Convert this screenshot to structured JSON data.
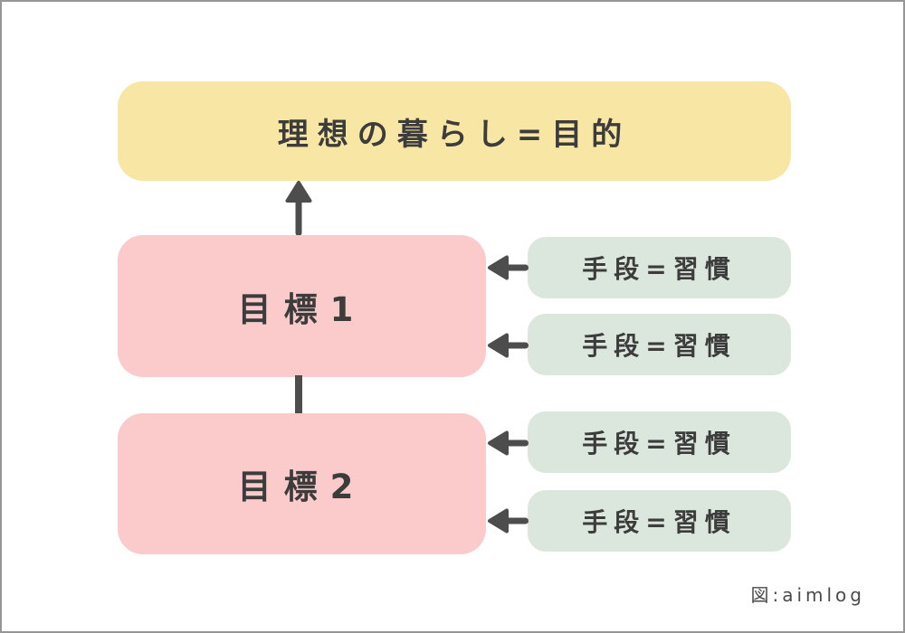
{
  "colors": {
    "purpose_bg": "#F8E6A4",
    "goal_bg": "#FBCBCB",
    "habit_bg": "#DBE6DC",
    "arrow": "#4D4D4D",
    "text": "#3C3C3C",
    "credit_text": "#4A4A4A",
    "canvas_border": "#969696",
    "canvas_bg": "#FFFFFF"
  },
  "diagram": {
    "purpose_box": {
      "label": "理想の暮らし=目的"
    },
    "goal_boxes": [
      {
        "label": "目標1"
      },
      {
        "label": "目標2"
      }
    ],
    "habit_boxes": [
      {
        "label": "手段=習慣"
      },
      {
        "label": "手段=習慣"
      },
      {
        "label": "手段=習慣"
      },
      {
        "label": "手段=習慣"
      }
    ],
    "credit": "図:aimlog"
  }
}
